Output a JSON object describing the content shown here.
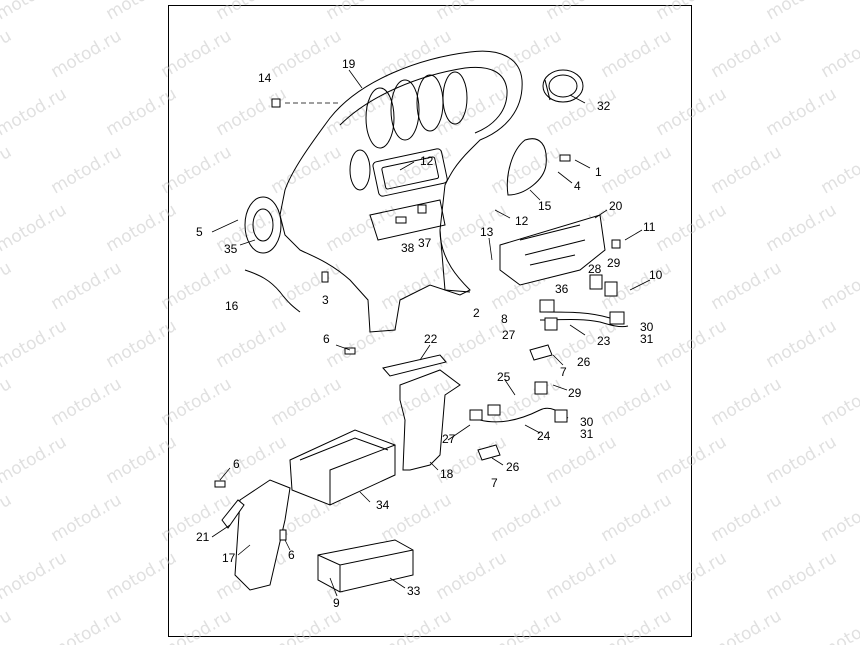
{
  "watermark": "motod.ru",
  "callouts": [
    "1",
    "2",
    "3",
    "4",
    "5",
    "6",
    "7",
    "8",
    "9",
    "10",
    "11",
    "12",
    "13",
    "14",
    "15",
    "16",
    "17",
    "18",
    "19",
    "20",
    "21",
    "22",
    "23",
    "24",
    "25",
    "26",
    "27",
    "28",
    "29",
    "30",
    "31",
    "32",
    "33",
    "34",
    "35",
    "36",
    "37",
    "38"
  ]
}
